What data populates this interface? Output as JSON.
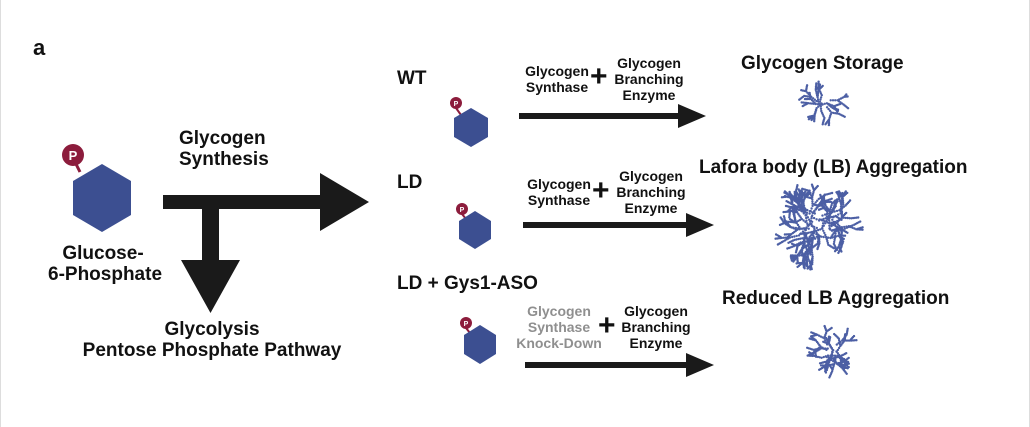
{
  "panel_label": "a",
  "colors": {
    "hexagon_fill": "#3c4f91",
    "phosphate_fill": "#8c1c3c",
    "arrow": "#1a1a1a",
    "glycogen_dot": "#4c5fa4",
    "knockdown_text": "#8f8f8f"
  },
  "glucose": {
    "phosphate_symbol": "P",
    "label_line1": "Glucose-",
    "label_line2": "6-Phosphate"
  },
  "pathways": {
    "synthesis_line1": "Glycogen",
    "synthesis_line2": "Synthesis",
    "glycolysis_line1": "Glycolysis",
    "glycolysis_line2": "Pentose Phosphate Pathway"
  },
  "conditions": [
    {
      "name": "WT",
      "enzyme_a_line1": "Glycogen",
      "enzyme_a_line2": "Synthase",
      "enzyme_a_line3": "",
      "plus": "+",
      "enzyme_b_line1": "Glycogen",
      "enzyme_b_line2": "Branching",
      "enzyme_b_line3": "Enzyme",
      "outcome": "Glycogen Storage",
      "glycogen_icon": "small-glycogen-particle"
    },
    {
      "name": "LD",
      "enzyme_a_line1": "Glycogen",
      "enzyme_a_line2": "Synthase",
      "enzyme_a_line3": "",
      "plus": "+",
      "enzyme_b_line1": "Glycogen",
      "enzyme_b_line2": "Branching",
      "enzyme_b_line3": "Enzyme",
      "outcome": "Lafora body (LB) Aggregation",
      "glycogen_icon": "large-lafora-body-aggregate"
    },
    {
      "name": "LD + Gys1-ASO",
      "enzyme_a_line1": "Glycogen",
      "enzyme_a_line2": "Synthase",
      "enzyme_a_line3": "Knock-Down",
      "plus": "+",
      "enzyme_b_line1": "Glycogen",
      "enzyme_b_line2": "Branching",
      "enzyme_b_line3": "Enzyme",
      "outcome": "Reduced LB Aggregation",
      "glycogen_icon": "medium-reduced-aggregate"
    }
  ]
}
